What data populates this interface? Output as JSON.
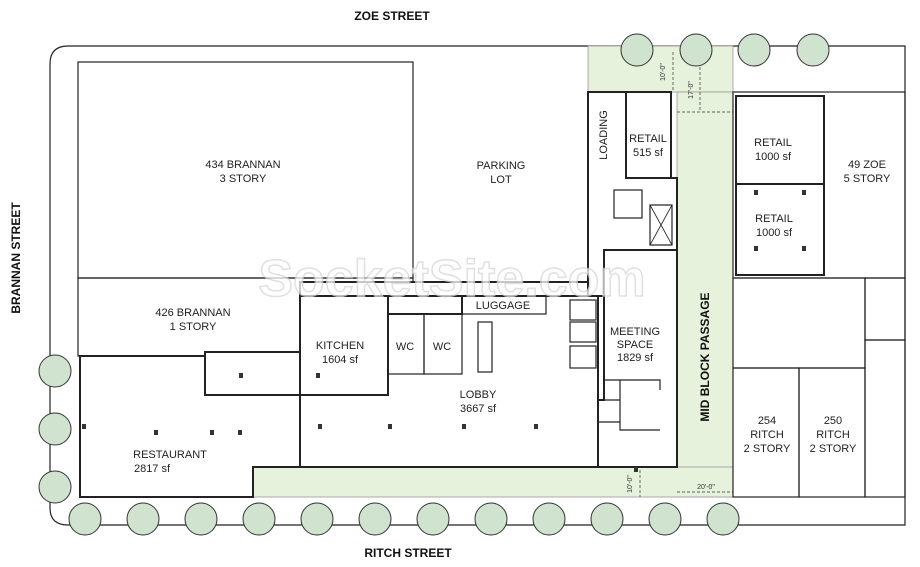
{
  "streets": {
    "north": "ZOE STREET",
    "south": "RITCH STREET",
    "west": "BRANNAN STREET",
    "passage": "MID BLOCK PASSAGE"
  },
  "buildings": {
    "b434_line1": "434 BRANNAN",
    "b434_line2": "3 STORY",
    "b426_line1": "426 BRANNAN",
    "b426_line2": "1 STORY",
    "parking_line1": "PARKING",
    "parking_line2": "LOT",
    "zoe49_line1": "49 ZOE",
    "zoe49_line2": "5 STORY",
    "r254_line1": "254",
    "r254_line2": "RITCH",
    "r254_line3": "2 STORY",
    "r250_line1": "250",
    "r250_line2": "RITCH",
    "r250_line3": "2 STORY"
  },
  "rooms": {
    "loading": "LOADING",
    "retail_small_name": "RETAIL",
    "retail_small_area": "515 sf",
    "retail_top_name": "RETAIL",
    "retail_top_area": "1000 sf",
    "retail_bottom_name": "RETAIL",
    "retail_bottom_area": "1000 sf",
    "luggage": "LUGGAGE",
    "kitchen_name": "KITCHEN",
    "kitchen_area": "1604 sf",
    "wc1": "WC",
    "wc2": "WC",
    "meeting_line1": "MEETING",
    "meeting_line2": "SPACE",
    "meeting_area": "1829 sf",
    "lobby_name": "LOBBY",
    "lobby_area": "3667 sf",
    "restaurant_name": "RESTAURANT",
    "restaurant_area": "2817 sf"
  },
  "dimensions": {
    "d_top_10": "10'-0\"",
    "d_top_17": "17'-0\"",
    "d_bottom_10": "10'-0\"",
    "d_bottom_20": "20'-0\""
  },
  "watermark": "SocketSite.com",
  "colors": {
    "green_area": "#e6f2dc",
    "retail": "#f7c8b4",
    "lobby": "#fbfbe2",
    "restaurant": "#dccbe2",
    "meeting": "#d9e8f5",
    "service_gray": "#d6d6d6",
    "tree": "#cfe3cf"
  }
}
